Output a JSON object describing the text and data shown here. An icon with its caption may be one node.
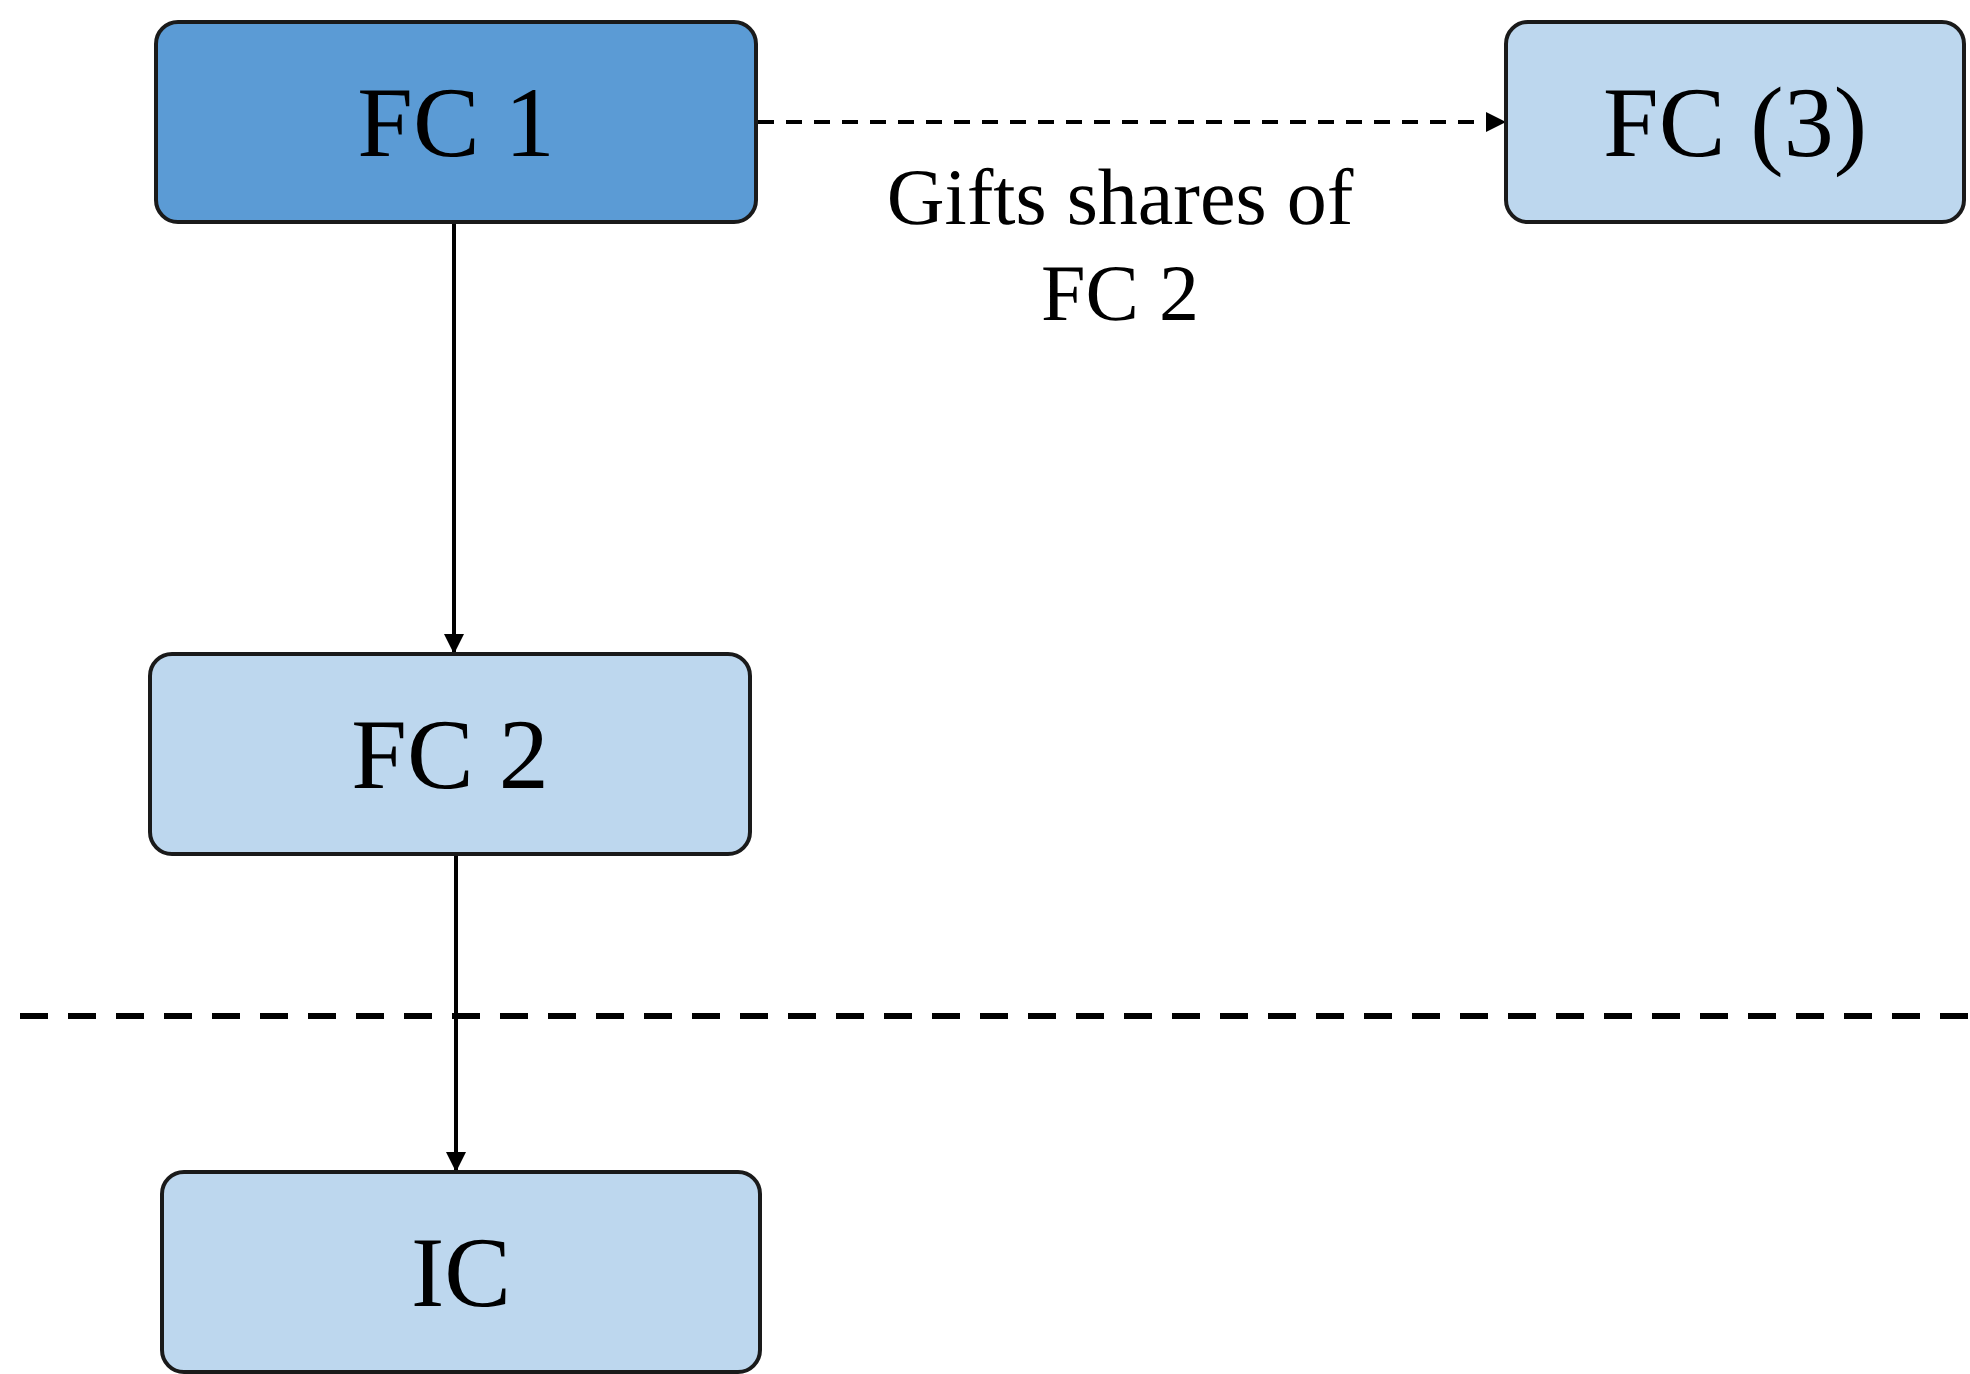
{
  "diagram": {
    "nodes": [
      {
        "text": [
          "FC 1"
        ]
      },
      {
        "text": [
          "FC (3)"
        ]
      },
      {
        "text": [
          "FC 2"
        ]
      },
      {
        "text": [
          "IC"
        ]
      }
    ],
    "edges": [
      {
        "from": 0,
        "to": 1,
        "arrow": "to",
        "style": "dashed",
        "label": "Gifts shares of FC 2"
      },
      {
        "from": 0,
        "to": 2,
        "arrow": "to"
      },
      {
        "from": 2,
        "to": 3,
        "arrow": "to"
      }
    ]
  }
}
